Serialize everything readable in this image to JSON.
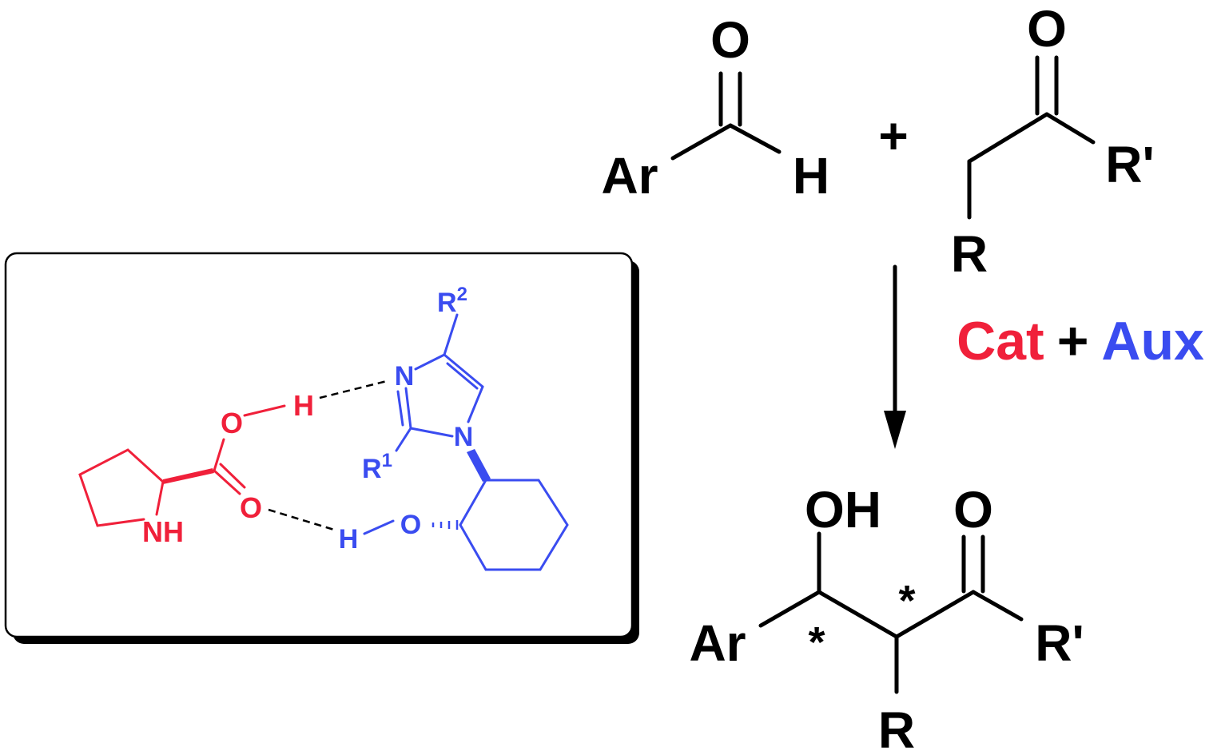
{
  "colors": {
    "catalyst": "#f0203a",
    "auxiliary": "#3a4cf0",
    "ink": "#000000"
  },
  "aldehyde": {
    "o": "O",
    "ar": "Ar",
    "h": "H"
  },
  "plus_sign": "+",
  "ketone": {
    "o": "O",
    "r_prime": "R'",
    "r": "R"
  },
  "conditions": {
    "cat": "Cat",
    "plus": "+",
    "aux": "Aux"
  },
  "product": {
    "oh": "OH",
    "o": "O",
    "ar": "Ar",
    "r_prime": "R'",
    "r": "R",
    "star_1": "*",
    "star_2": "*"
  },
  "inset": {
    "proline": {
      "o_top": "O",
      "h_top": "H",
      "o_bottom": "O",
      "nh": "NH"
    },
    "imidazole": {
      "r2": "R",
      "r2_sup": "2",
      "n_top": "N",
      "n_bottom": "N",
      "r1": "R",
      "r1_sup": "1",
      "h_bottom": "H",
      "o_ring": "O"
    }
  }
}
